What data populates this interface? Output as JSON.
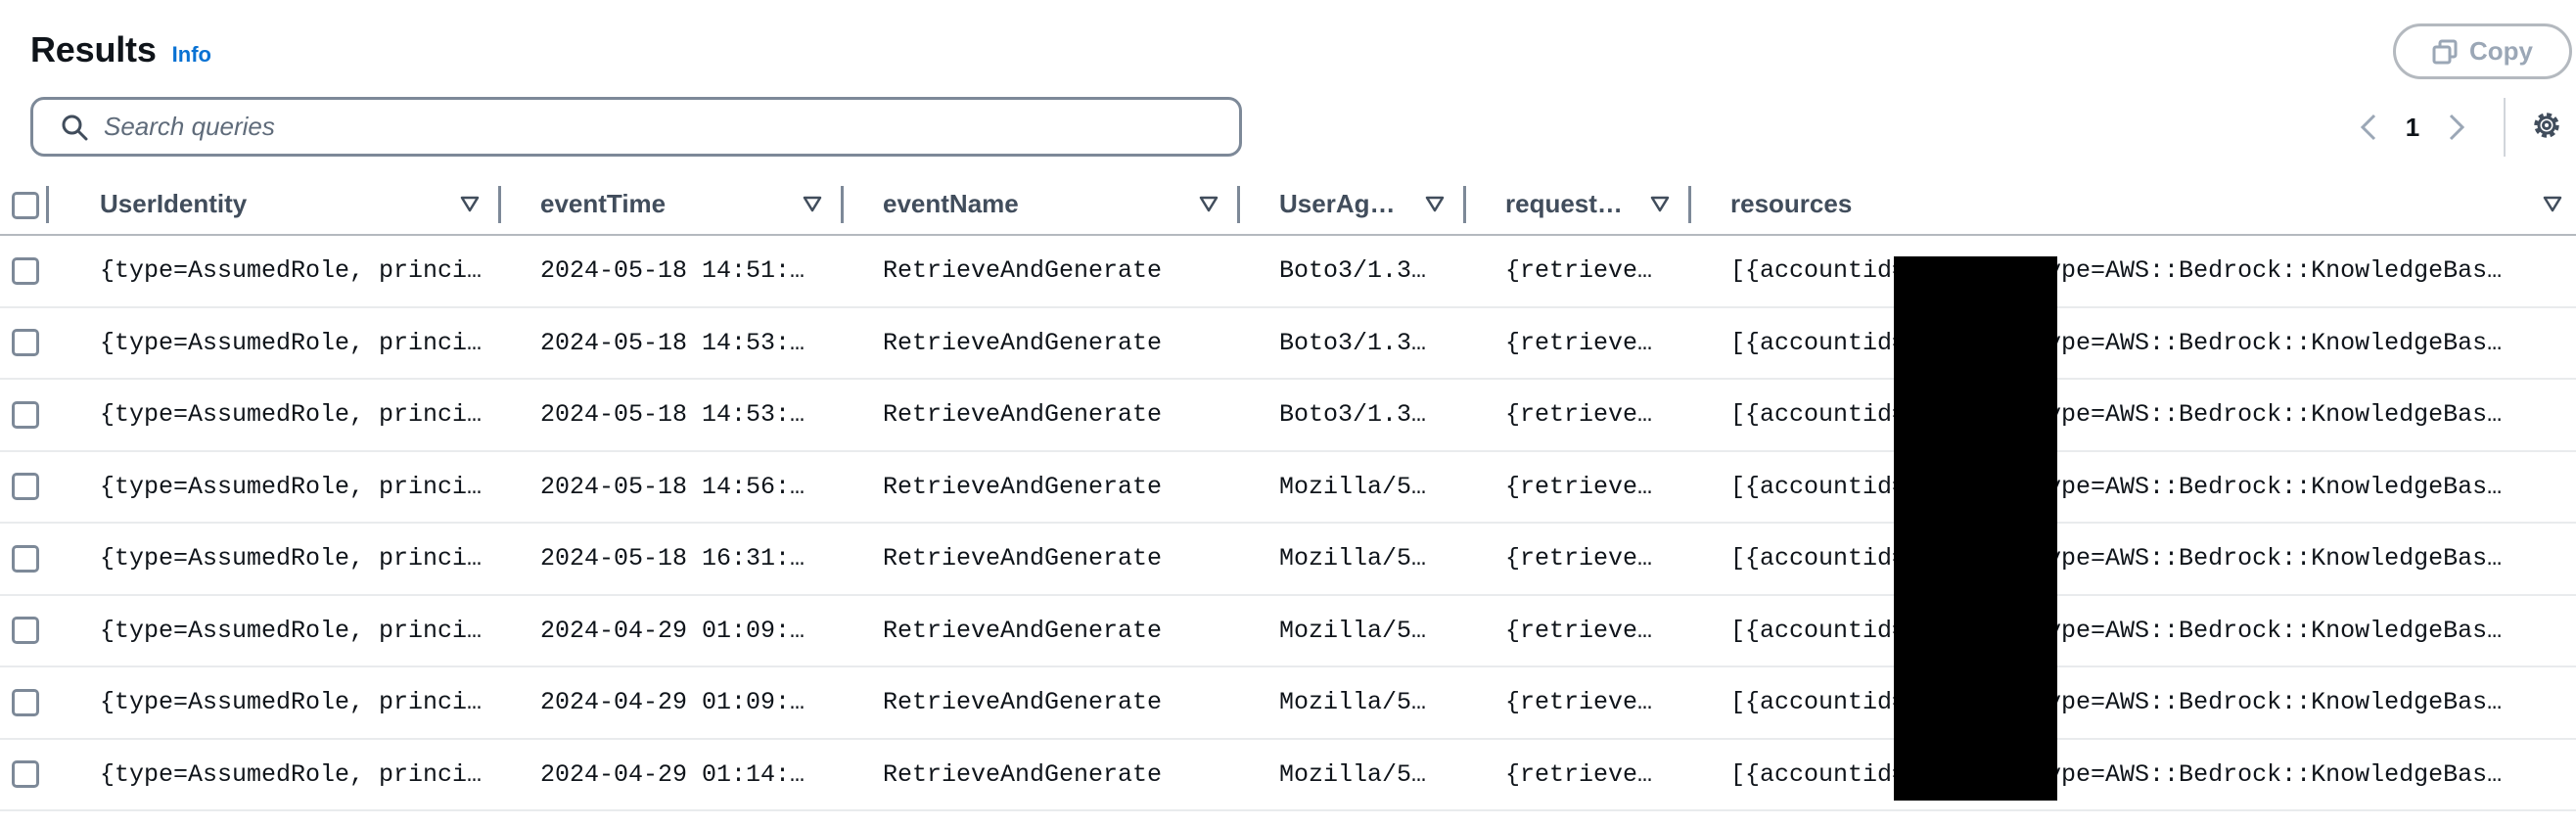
{
  "header": {
    "title": "Results",
    "info_label": "Info"
  },
  "toolbar": {
    "copy_label": "Copy"
  },
  "search": {
    "placeholder": "Search queries",
    "value": ""
  },
  "pagination": {
    "current_page": "1"
  },
  "columns": [
    "UserIdentity",
    "eventTime",
    "eventName",
    "UserAg…",
    "request…",
    "resources"
  ],
  "rows": [
    [
      "{type=AssumedRole, princi…",
      "2024-05-18 14:51:…",
      "RetrieveAndGenerate",
      "Boto3/1.3…",
      "{retrieve…",
      "[{accountid=",
      ", type=AWS::Bedrock::KnowledgeBas…"
    ],
    [
      "{type=AssumedRole, princi…",
      "2024-05-18 14:53:…",
      "RetrieveAndGenerate",
      "Boto3/1.3…",
      "{retrieve…",
      "[{accountid=",
      ", type=AWS::Bedrock::KnowledgeBas…"
    ],
    [
      "{type=AssumedRole, princi…",
      "2024-05-18 14:53:…",
      "RetrieveAndGenerate",
      "Boto3/1.3…",
      "{retrieve…",
      "[{accountid=",
      ", type=AWS::Bedrock::KnowledgeBas…"
    ],
    [
      "{type=AssumedRole, princi…",
      "2024-05-18 14:56:…",
      "RetrieveAndGenerate",
      "Mozilla/5…",
      "{retrieve…",
      "[{accountid=",
      ", type=AWS::Bedrock::KnowledgeBas…"
    ],
    [
      "{type=AssumedRole, princi…",
      "2024-05-18 16:31:…",
      "RetrieveAndGenerate",
      "Mozilla/5…",
      "{retrieve…",
      "[{accountid=",
      ", type=AWS::Bedrock::KnowledgeBas…"
    ],
    [
      "{type=AssumedRole, princi…",
      "2024-04-29 01:09:…",
      "RetrieveAndGenerate",
      "Mozilla/5…",
      "{retrieve…",
      "[{accountid=",
      ", type=AWS::Bedrock::KnowledgeBas…"
    ],
    [
      "{type=AssumedRole, princi…",
      "2024-04-29 01:09:…",
      "RetrieveAndGenerate",
      "Mozilla/5…",
      "{retrieve…",
      "[{accountid=",
      ", type=AWS::Bedrock::KnowledgeBas…"
    ],
    [
      "{type=AssumedRole, princi…",
      "2024-04-29 01:14:…",
      "RetrieveAndGenerate",
      "Mozilla/5…",
      "{retrieve…",
      "[{accountid=",
      ", type=AWS::Bedrock::KnowledgeBas…"
    ]
  ],
  "colors": {
    "link": "#0972d3",
    "text": "#0f141a",
    "border": "#7d8998"
  }
}
